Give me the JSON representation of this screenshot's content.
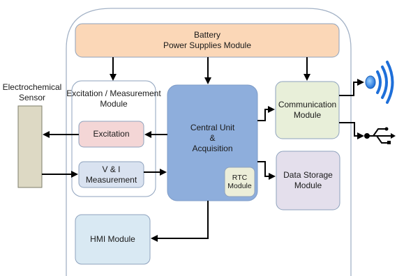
{
  "sensor": {
    "title_line1": "Electrochemical",
    "title_line2": "Sensor"
  },
  "battery": {
    "line1": "Battery",
    "line2": "Power Supplies Module"
  },
  "excitation_measurement": {
    "title_line1": "Excitation / Measurement",
    "title_line2": "Module"
  },
  "excitation": {
    "label": "Excitation"
  },
  "vi_measurement": {
    "line1": "V & I",
    "line2": "Measurement"
  },
  "central_unit": {
    "line1": "Central Unit",
    "line2": "&",
    "line3": "Acquisition"
  },
  "rtc": {
    "line1": "RTC",
    "line2": "Module"
  },
  "communication": {
    "line1": "Communication",
    "line2": "Module"
  },
  "data_storage": {
    "line1": "Data Storage",
    "line2": "Module"
  },
  "hmi": {
    "label": "HMI Module"
  },
  "icons": {
    "wireless": "wifi-signal-icon",
    "usb": "usb-icon"
  },
  "colors": {
    "battery_fill": "#fbd7b7",
    "excitation_fill": "#f4d6d6",
    "measurement_fill": "#d9e2f0",
    "central_fill": "#8eaedc",
    "rtc_fill": "#eceed9",
    "comm_fill": "#e8efd9",
    "storage_fill": "#e4dfec",
    "hmi_fill": "#d9e9f3",
    "sensor_fill": "#ddd9c4",
    "box_stroke": "#8ea2bd",
    "arrow": "#000000"
  }
}
